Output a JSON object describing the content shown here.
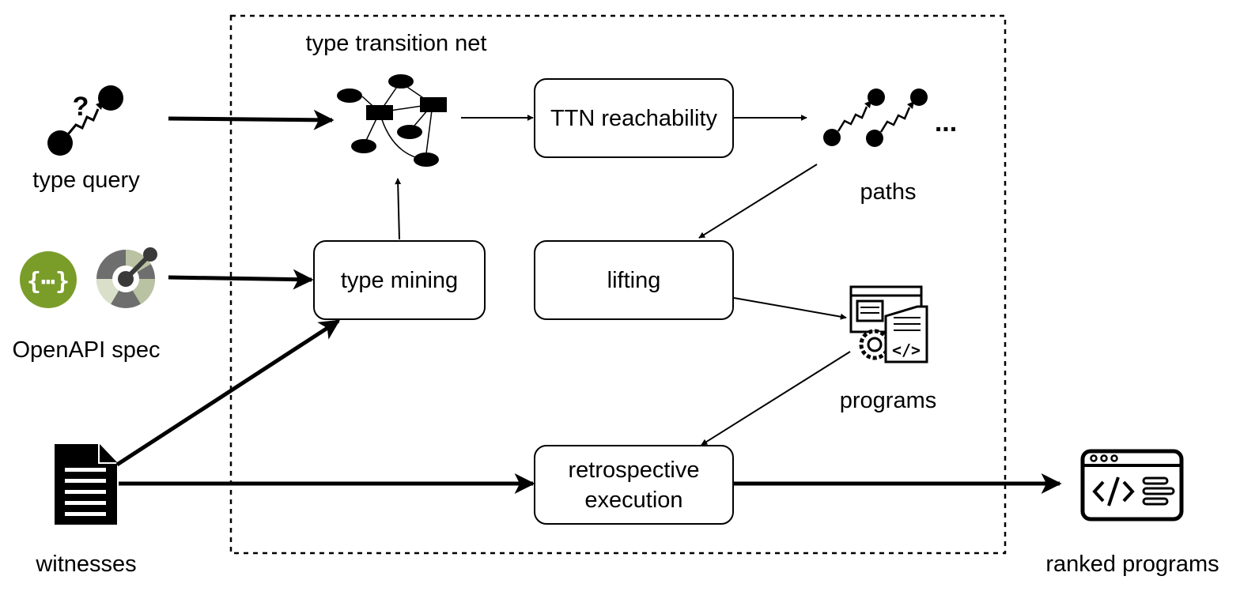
{
  "inputs": {
    "type_query": "type query",
    "openapi_spec": "OpenAPI spec",
    "witnesses": "witnesses"
  },
  "labels": {
    "type_transition_net": "type transition net",
    "paths": "paths",
    "programs": "programs",
    "ranked_programs": "ranked programs",
    "type_query_mark": "?",
    "paths_ellipsis": "..."
  },
  "boxes": {
    "ttn_reachability": "TTN reachability",
    "type_mining": "type mining",
    "lifting": "lifting",
    "retrospective_execution_line1": "retrospective",
    "retrospective_execution_line2": "execution"
  },
  "colors": {
    "ink": "#000000",
    "swagger_green": "#7a9d2a",
    "openapi_gray": "#6e6e6e",
    "openapi_light": "#b9c3a3"
  },
  "icons": [
    "type-query-icon",
    "swagger-logo-icon",
    "openapi-logo-icon",
    "type-transition-net-graph",
    "paths-icon",
    "programs-icon",
    "witness-document-icon",
    "ranked-programs-icon"
  ]
}
